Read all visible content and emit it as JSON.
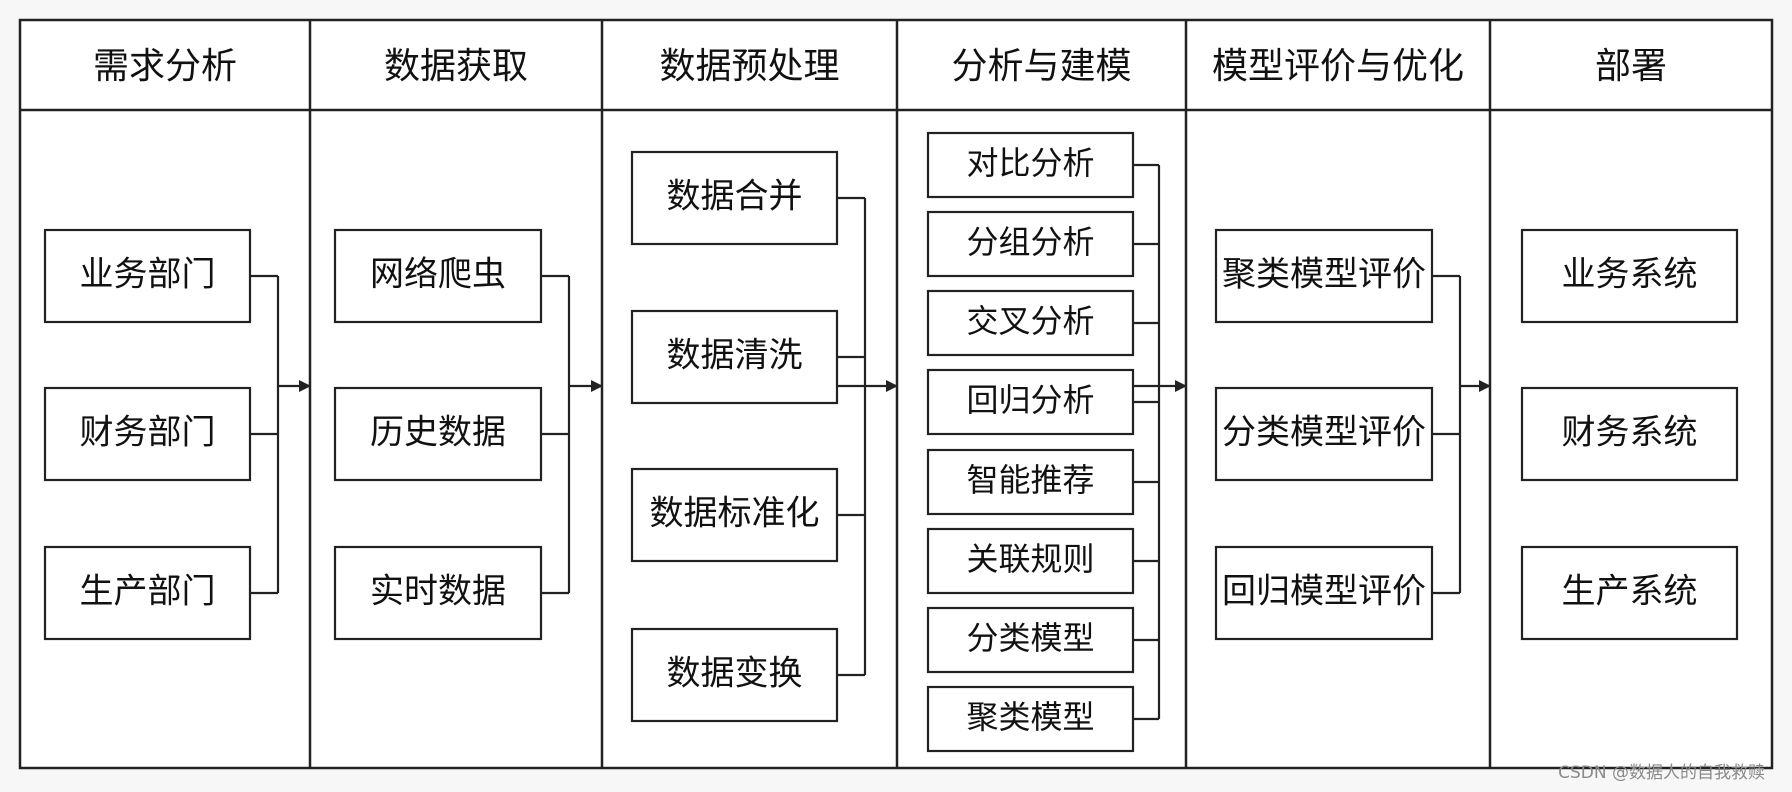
{
  "columns": [
    {
      "header": "需求分析",
      "items": [
        "业务部门",
        "财务部门",
        "生产部门"
      ]
    },
    {
      "header": "数据获取",
      "items": [
        "网络爬虫",
        "历史数据",
        "实时数据"
      ]
    },
    {
      "header": "数据预处理",
      "items": [
        "数据合并",
        "数据清洗",
        "数据标准化",
        "数据变换"
      ]
    },
    {
      "header": "分析与建模",
      "items": [
        "对比分析",
        "分组分析",
        "交叉分析",
        "回归分析",
        "智能推荐",
        "关联规则",
        "分类模型",
        "聚类模型"
      ]
    },
    {
      "header": "模型评价与优化",
      "items": [
        "聚类模型评价",
        "分类模型评价",
        "回归模型评价"
      ]
    },
    {
      "header": "部署",
      "items": [
        "业务系统",
        "财务系统",
        "生产系统"
      ]
    }
  ],
  "watermark": "CSDN @数据人的自我救赎"
}
